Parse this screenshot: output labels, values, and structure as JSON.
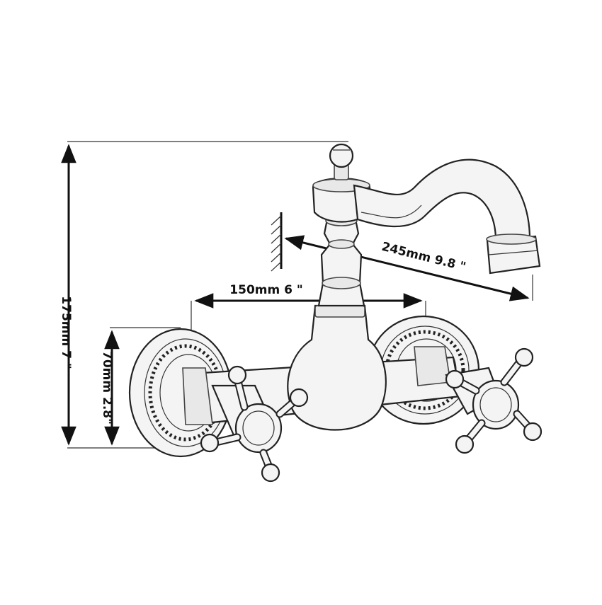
{
  "dimensions": {
    "total_height_label": "175mm 7 \"",
    "spout_reach_label": "245mm 9.8 \"",
    "center_spacing_label": "150mm 6 \"",
    "flange_height_label": "70mm 2.8\""
  },
  "colors": {
    "ink": "#1a1a1a",
    "paper": "#ffffff",
    "fill": "#f4f4f4"
  }
}
